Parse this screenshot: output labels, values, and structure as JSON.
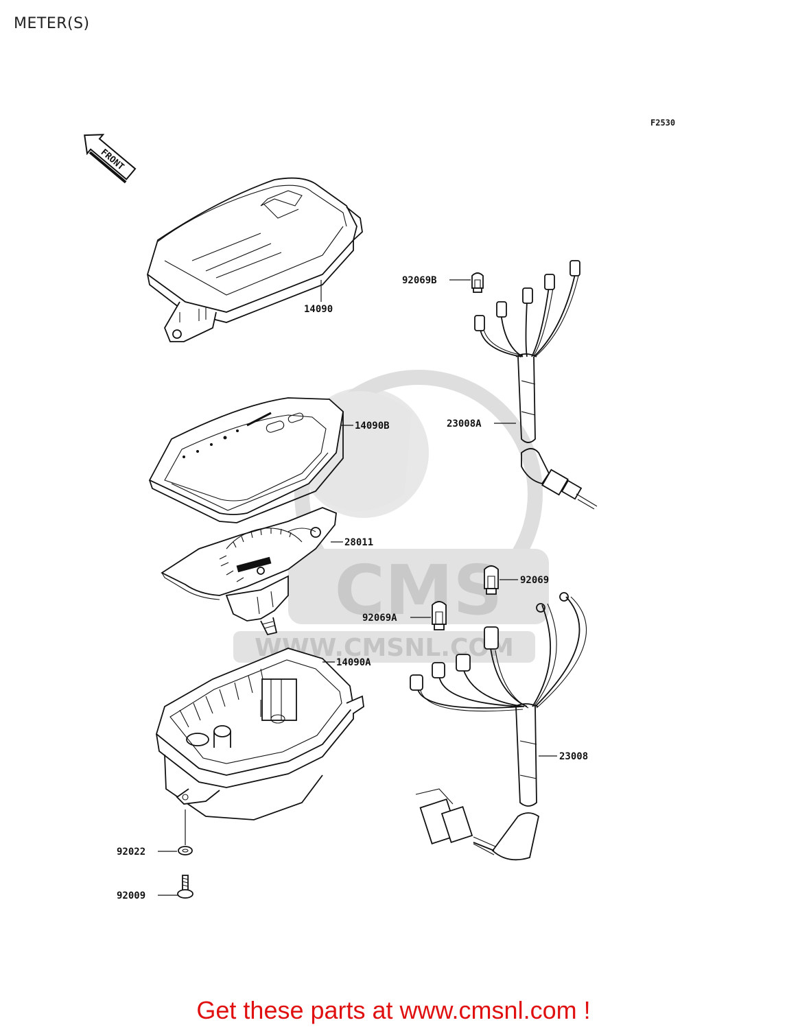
{
  "page": {
    "title": "METER(S)",
    "figure_code": "F2530"
  },
  "direction": {
    "label": "FRONT"
  },
  "watermark": {
    "brand": "CMS",
    "url": "WWW.CMSNL.COM"
  },
  "parts": [
    {
      "id": "14090",
      "label": "14090"
    },
    {
      "id": "92069B",
      "label": "92069B"
    },
    {
      "id": "14090B",
      "label": "14090B"
    },
    {
      "id": "23008A",
      "label": "23008A"
    },
    {
      "id": "28011",
      "label": "28011"
    },
    {
      "id": "92069",
      "label": "92069"
    },
    {
      "id": "92069A",
      "label": "92069A"
    },
    {
      "id": "14090A",
      "label": "14090A"
    },
    {
      "id": "23008",
      "label": "23008"
    },
    {
      "id": "92022",
      "label": "92022"
    },
    {
      "id": "92009",
      "label": "92009"
    }
  ],
  "banner": {
    "text": "Get these parts at www.cmsnl.com !"
  },
  "colors": {
    "banner": "#e01010",
    "watermark": "#dedede",
    "line": "#111111"
  }
}
